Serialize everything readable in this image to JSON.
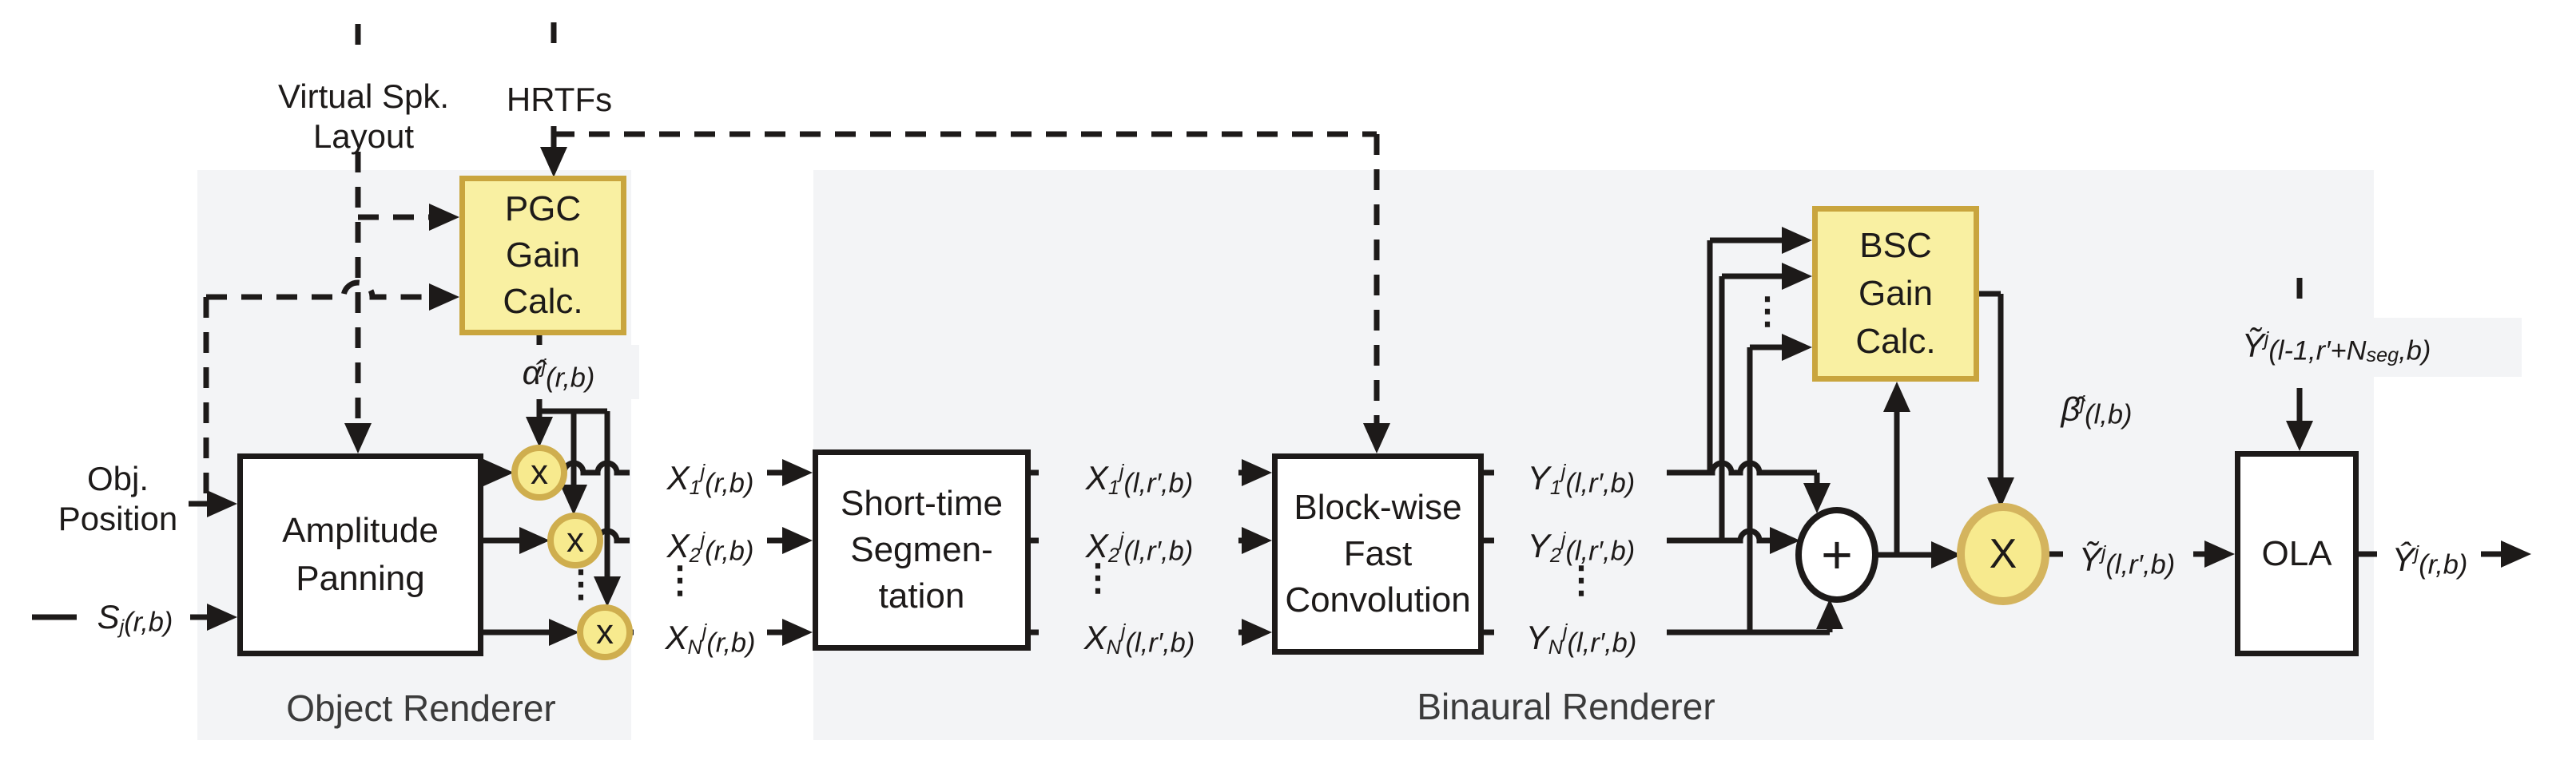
{
  "diagram": {
    "top_inputs": {
      "virtual_spk": [
        "Virtual Spk.",
        "Layout"
      ],
      "hrtfs": "HRTFs",
      "obj_position": [
        "Obj.",
        "Position"
      ]
    },
    "captions": {
      "object_renderer": "Object Renderer",
      "binaural_renderer": "Binaural Renderer"
    },
    "blocks": {
      "pgc": [
        "PGC",
        "Gain",
        "Calc."
      ],
      "amplitude_panning": [
        "Amplitude",
        "Panning"
      ],
      "short_time_segmentation": [
        "Short-time",
        "Segmen-",
        "tation"
      ],
      "blockwise_fast_convolution": [
        "Block-wise",
        "Fast",
        "Convolution"
      ],
      "bsc": [
        "BSC",
        "Gain",
        "Calc."
      ],
      "ola": "OLA"
    },
    "operators": {
      "multiply_small": "x",
      "sum": "+",
      "multiply_large": "X"
    },
    "ellipsis": "⋮",
    "signals": {
      "s_in": [
        {
          "t": "S"
        },
        {
          "t": "j",
          "m": "sub"
        },
        {
          "t": "(r,b)",
          "m": "lo"
        }
      ],
      "alpha_hat": [
        {
          "t": "α̂"
        },
        {
          "t": "j",
          "m": "sup"
        },
        {
          "t": "(r,b)",
          "m": "lo"
        }
      ],
      "x1_rb": [
        {
          "t": "X"
        },
        {
          "t": "1",
          "m": "sub"
        },
        {
          "t": "j",
          "m": "sup"
        },
        {
          "t": "(r,b)",
          "m": "lo"
        }
      ],
      "x2_rb": [
        {
          "t": "X"
        },
        {
          "t": "2",
          "m": "sub"
        },
        {
          "t": "j",
          "m": "sup"
        },
        {
          "t": "(r,b)",
          "m": "lo"
        }
      ],
      "xn_rb": [
        {
          "t": "X"
        },
        {
          "t": "N",
          "m": "sub"
        },
        {
          "t": "j",
          "m": "sup"
        },
        {
          "t": "(r,b)",
          "m": "lo"
        }
      ],
      "x1_lrb": [
        {
          "t": "X"
        },
        {
          "t": "1",
          "m": "sub"
        },
        {
          "t": "j",
          "m": "sup"
        },
        {
          "t": "(l,r′,b)",
          "m": "lo"
        }
      ],
      "x2_lrb": [
        {
          "t": "X"
        },
        {
          "t": "2",
          "m": "sub"
        },
        {
          "t": "j",
          "m": "sup"
        },
        {
          "t": "(l,r′,b)",
          "m": "lo"
        }
      ],
      "xn_lrb": [
        {
          "t": "X"
        },
        {
          "t": "N",
          "m": "sub"
        },
        {
          "t": "j",
          "m": "sup"
        },
        {
          "t": "(l,r′,b)",
          "m": "lo"
        }
      ],
      "y1_lrb": [
        {
          "t": "Y"
        },
        {
          "t": "1",
          "m": "sub"
        },
        {
          "t": "j",
          "m": "sup"
        },
        {
          "t": "(l,r′,b)",
          "m": "lo"
        }
      ],
      "y2_lrb": [
        {
          "t": "Y"
        },
        {
          "t": "2",
          "m": "sub"
        },
        {
          "t": "j",
          "m": "sup"
        },
        {
          "t": "(l,r′,b)",
          "m": "lo"
        }
      ],
      "yn_lrb": [
        {
          "t": "Y"
        },
        {
          "t": "N",
          "m": "sub"
        },
        {
          "t": "j",
          "m": "sup"
        },
        {
          "t": "(l,r′,b)",
          "m": "lo"
        }
      ],
      "beta_hat": [
        {
          "t": "β̂"
        },
        {
          "t": "j",
          "m": "sup"
        },
        {
          "t": "(l,b)",
          "m": "lo"
        }
      ],
      "y_tilde": [
        {
          "t": "Ỹ"
        },
        {
          "t": "j",
          "m": "sup"
        },
        {
          "t": "(l,r′,b)",
          "m": "lo"
        }
      ],
      "y_tilde_prev": [
        {
          "t": "Ỹ"
        },
        {
          "t": "j",
          "m": "sup"
        },
        {
          "t": "(l-1,r′+N",
          "m": "lo"
        },
        {
          "t": "seg",
          "m": "sub"
        },
        {
          "t": ",b)",
          "m": "lo"
        }
      ],
      "y_hat": [
        {
          "t": "Ŷ"
        },
        {
          "t": "j",
          "m": "sup"
        },
        {
          "t": "(r,b)",
          "m": "lo"
        }
      ]
    },
    "colors": {
      "block_fill": "#f9f0a2",
      "block_border": "#c9a53e",
      "panel": "#f3f4f6",
      "line": "#1d1a19",
      "caption": "#3b3b3b"
    }
  }
}
